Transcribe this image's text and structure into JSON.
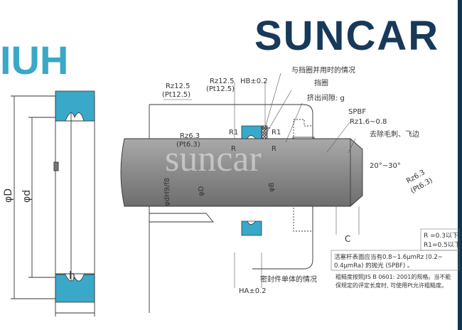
{
  "brand": {
    "logo": "SUNCAR",
    "watermark": "suncar"
  },
  "product": {
    "code": "IUH"
  },
  "left_view": {
    "outer_dia": "φD",
    "inner_dia": "φd",
    "height": "h"
  },
  "labels": {
    "rz125_a": "Rz12.5",
    "pt125_a": "(Pt12.5)",
    "rz125_b": "Rz12.5",
    "pt125_b": "(Pt12.5)",
    "hb": "HB±0.2",
    "with_backup": "与挡圈并用时的情况",
    "backup_ring": "挡圈",
    "extrusion_gap": "挤出间隙: g",
    "spbf": "SPBF",
    "rz16": "Rz1.6~0.8",
    "deburr": "去除毛刺、飞边",
    "chamfer_angle": "20°~30°",
    "rz63_a": "Rz6.3",
    "pt63_a": "(Pt6.3)",
    "rz63_b": "Rz6.3",
    "pt63_b": "(Pt6.3)",
    "r1_left": "R1",
    "r1_right": "R1",
    "r_left": "R",
    "r_right": "R",
    "dh9": "φdH9/f8",
    "dD": "φD",
    "dB": "φB",
    "c": "C",
    "seal_only": "密封件单体的情况",
    "ha": "HA±0.2"
  },
  "notes": {
    "r_limit": "R =0.3以下",
    "r1_limit": "R1=0.5以下",
    "surface_1": "活塞杆表面应当有0.8~1.6μmRz (0.2~",
    "surface_2": "0.4μmRa) 的抛光 (SPBF) 。",
    "jis_1": "粗糙度按照JIS B 0601: 2001的规格。当不能",
    "jis_2": "保规定的评定长度时, 可使用Pt允许粗糙度。"
  },
  "colors": {
    "seal": "#3aa8c8",
    "logo": "#17395a",
    "border": "#0f3550",
    "shaft": "#8f8f8f"
  }
}
